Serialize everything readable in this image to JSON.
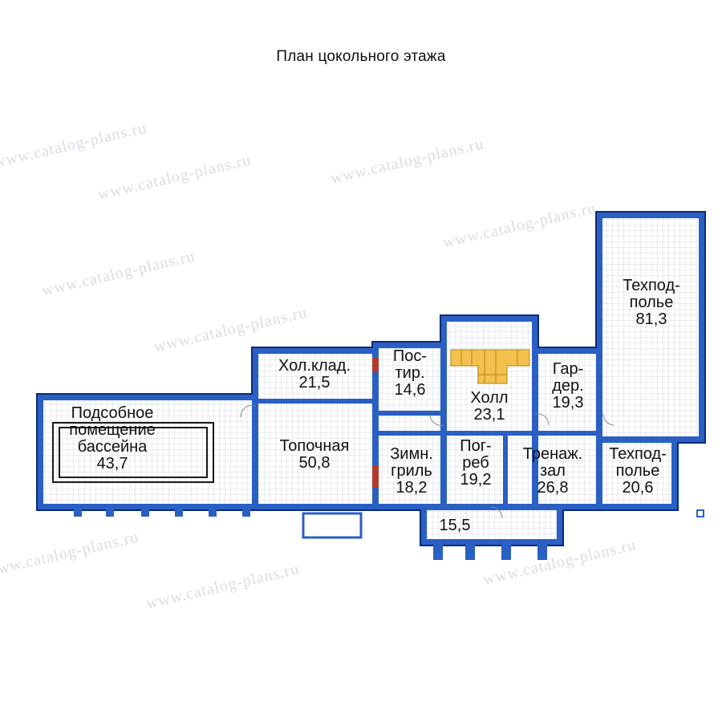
{
  "title": "План цокольного этажа",
  "watermark": "www.catalog-plans.ru",
  "colors": {
    "wall": "#2a5fc4",
    "wall_dark": "#0c2a78",
    "grid": "#d4dae0",
    "stair": "#f2c14e"
  },
  "rooms": {
    "pool": {
      "name": "Подсобное\nпомещение\nбассейна",
      "area": "43,7"
    },
    "cold_storage": {
      "name": "Хол.клад.",
      "area": "21,5"
    },
    "postir": {
      "name": "Пос-\nтир.",
      "area": "14,6"
    },
    "hall": {
      "name": "Холл",
      "area": "23,1"
    },
    "garder": {
      "name": "Гар-\nдер.",
      "area": "19,3"
    },
    "tech_big": {
      "name": "Техпод-\nполье",
      "area": "81,3"
    },
    "topochnaya": {
      "name": "Топочная",
      "area": "50,8"
    },
    "grill": {
      "name": "Зимн.\nгриль",
      "area": "18,2"
    },
    "pogreb": {
      "name": "Пог-\nреб",
      "area": "19,2"
    },
    "gym": {
      "name": "Тренаж.\nзал",
      "area": "26,8"
    },
    "tech_small": {
      "name": "Техпод-\nполье",
      "area": "20,6"
    },
    "terrace": {
      "area": "15,5"
    }
  }
}
